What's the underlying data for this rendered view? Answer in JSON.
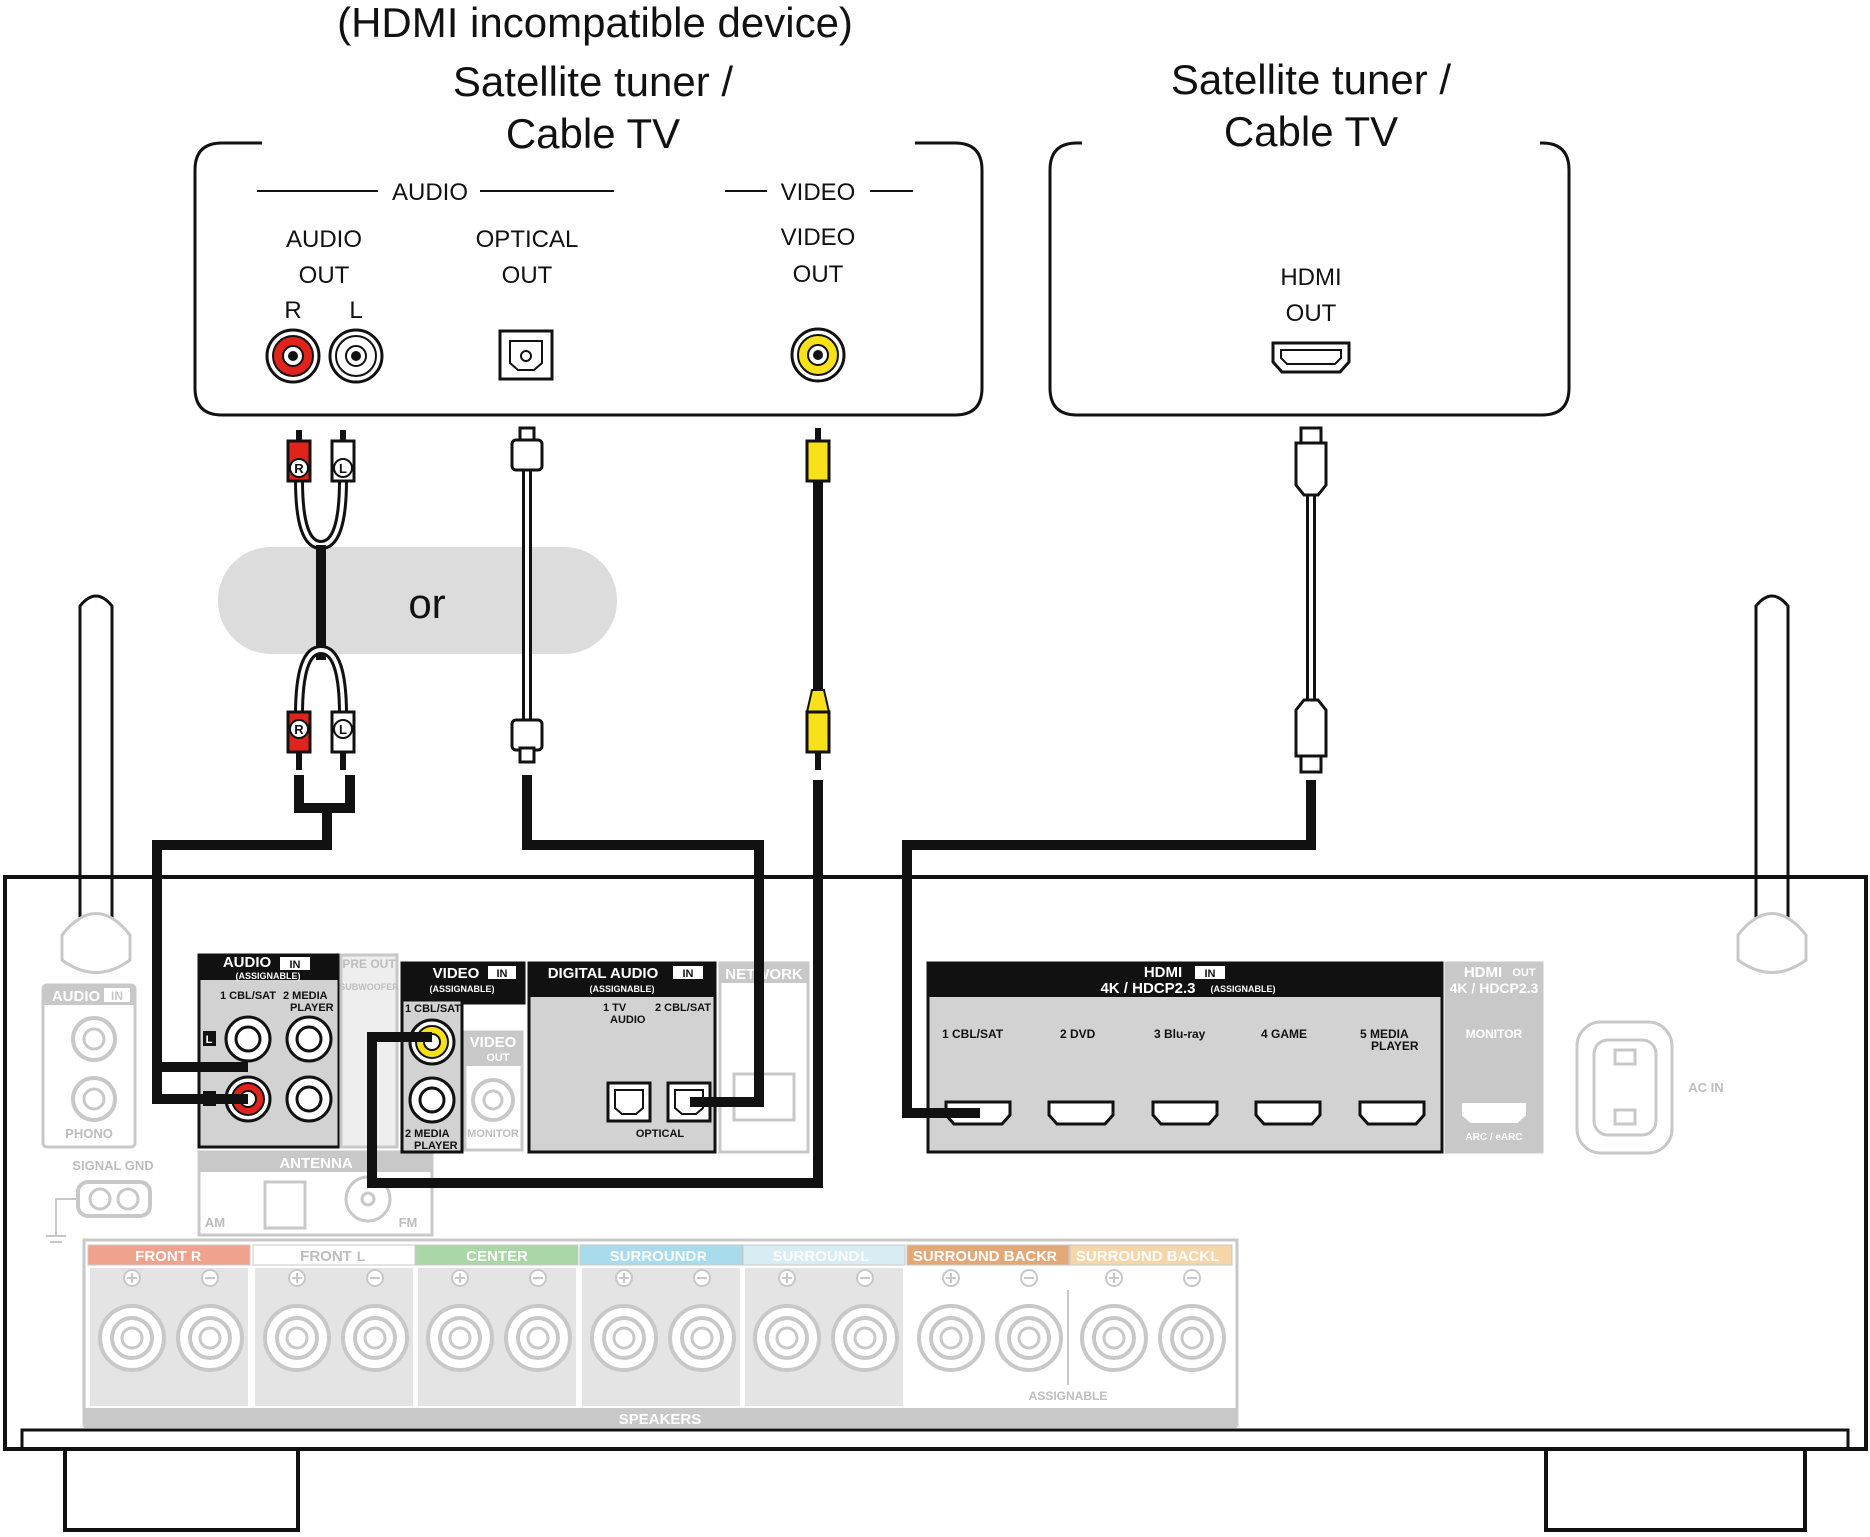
{
  "device_left": {
    "note": "(HDMI incompatible device)",
    "title_line1": "Satellite tuner /",
    "title_line2": "Cable TV",
    "audio_group": "AUDIO",
    "video_group": "VIDEO",
    "audio_out_line1": "AUDIO",
    "audio_out_line2": "OUT",
    "audio_r": "R",
    "audio_l": "L",
    "optical_line1": "OPTICAL",
    "optical_line2": "OUT",
    "video_out_line1": "VIDEO",
    "video_out_line2": "OUT"
  },
  "device_right": {
    "title_line1": "Satellite tuner /",
    "title_line2": "Cable TV",
    "hdmi_line1": "HDMI",
    "hdmi_line2": "OUT"
  },
  "or_label": "or",
  "plug_r": "R",
  "plug_l": "L",
  "receiver": {
    "audio_in": "AUDIO",
    "in_badge": "IN",
    "out_badge": "OUT",
    "assignable": "(ASSIGNABLE)",
    "audio_in_1": "1 CBL/SAT",
    "audio_in_2": "2  MEDIA",
    "audio_in_2b": "PLAYER",
    "pre_out": "PRE OUT",
    "subwoofer": "SUBWOOFER",
    "video_in": "VIDEO",
    "video_in_1": "1 CBL/SAT",
    "video_in_2": "2  MEDIA",
    "video_in_2b": "PLAYER",
    "video_out": "VIDEO",
    "monitor": "MONITOR",
    "digital_audio": "DIGITAL AUDIO",
    "digital_1": "1   TV",
    "digital_1b": "AUDIO",
    "digital_2": "2 CBL/SAT",
    "optical": "OPTICAL",
    "network": "NETWORK",
    "phono_title": "AUDIO",
    "phono": "PHONO",
    "signal_gnd": "SIGNAL GND",
    "antenna": "ANTENNA",
    "am": "AM",
    "fm": "FM",
    "hdmi_title": "HDMI",
    "hdmi_sub": "4K / HDCP2.3",
    "hdmi_assignable": "(ASSIGNABLE)",
    "hdmi_inputs": [
      "1  CBL/SAT",
      "2  DVD",
      "3  Blu-ray",
      "4  GAME",
      "5  MEDIA"
    ],
    "hdmi_input5b": "PLAYER",
    "hdmi_out_title": "HDMI",
    "hdmi_out_sub": "4K / HDCP2.3",
    "hdmi_monitor": "MONITOR",
    "arc": "ARC / eARC",
    "ac_in": "AC IN",
    "speakers": "SPEAKERS",
    "assignable_spk": "ASSIGNABLE",
    "speaker_groups": [
      "FRONT",
      "FRONT",
      "CENTER",
      "SURROUND",
      "SURROUND",
      "SURROUND BACK",
      "SURROUND BACK"
    ],
    "speaker_sides": [
      "R",
      "L",
      "",
      "R",
      "L",
      "R",
      "L"
    ],
    "speaker_colors": [
      "#f0a38c",
      "#ffffff",
      "#a9d8a6",
      "#a8dcec",
      "#d7ecf3",
      "#e3a877",
      "#f6d6a8"
    ]
  }
}
